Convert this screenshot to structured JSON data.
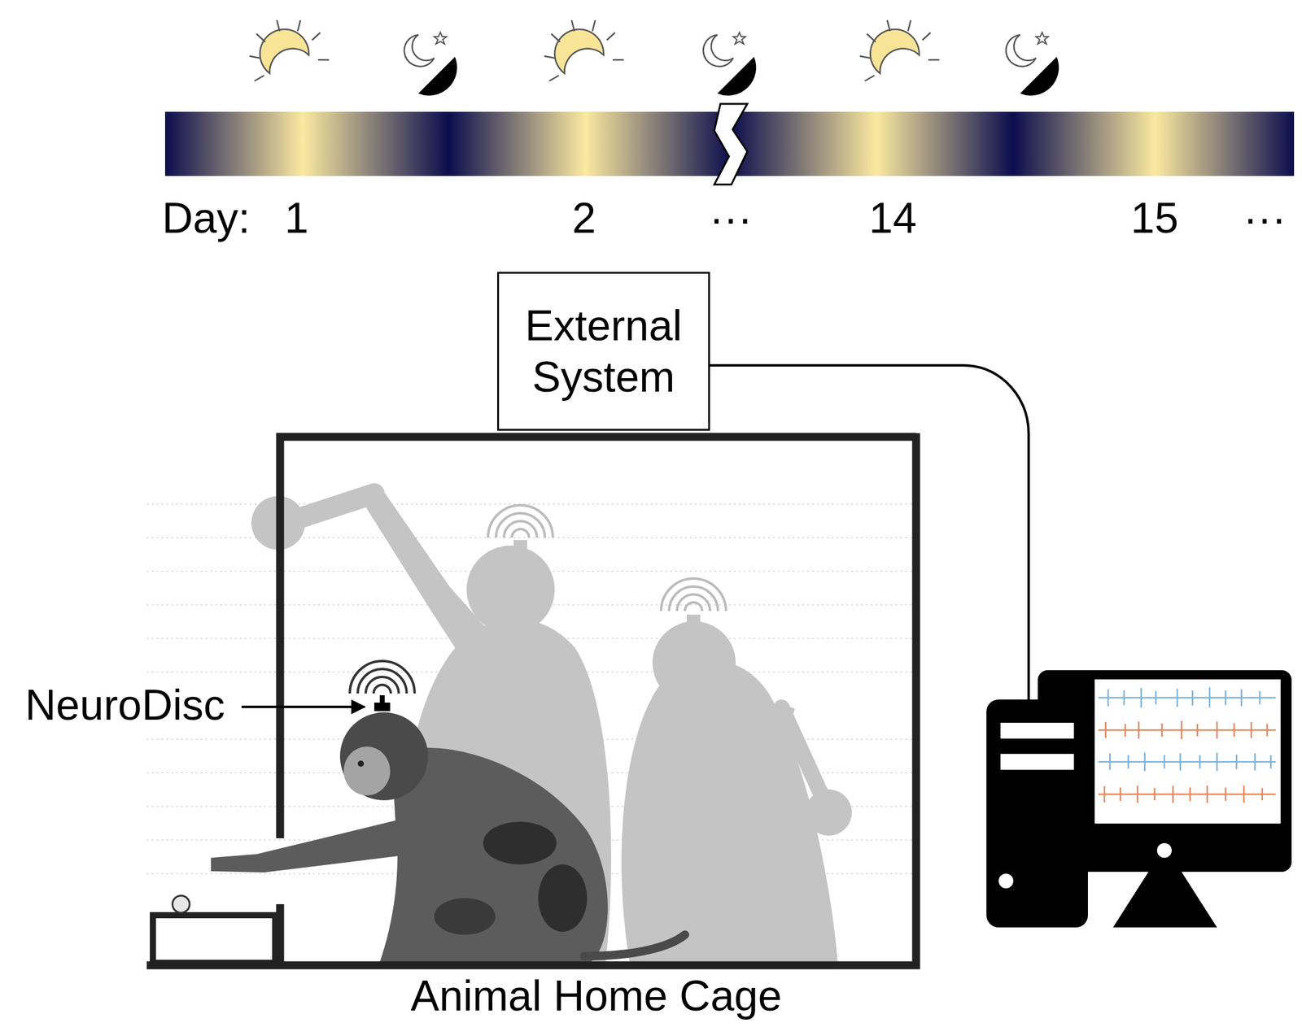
{
  "diagram": {
    "nodes": [
      {
        "text": [
          "External System"
        ]
      },
      {
        "text": [
          "Animal Home Cage"
        ]
      }
    ],
    "labels": [
      "Day:",
      "1",
      "2",
      "···",
      "14",
      "15",
      "···",
      "NeuroDisc"
    ]
  }
}
